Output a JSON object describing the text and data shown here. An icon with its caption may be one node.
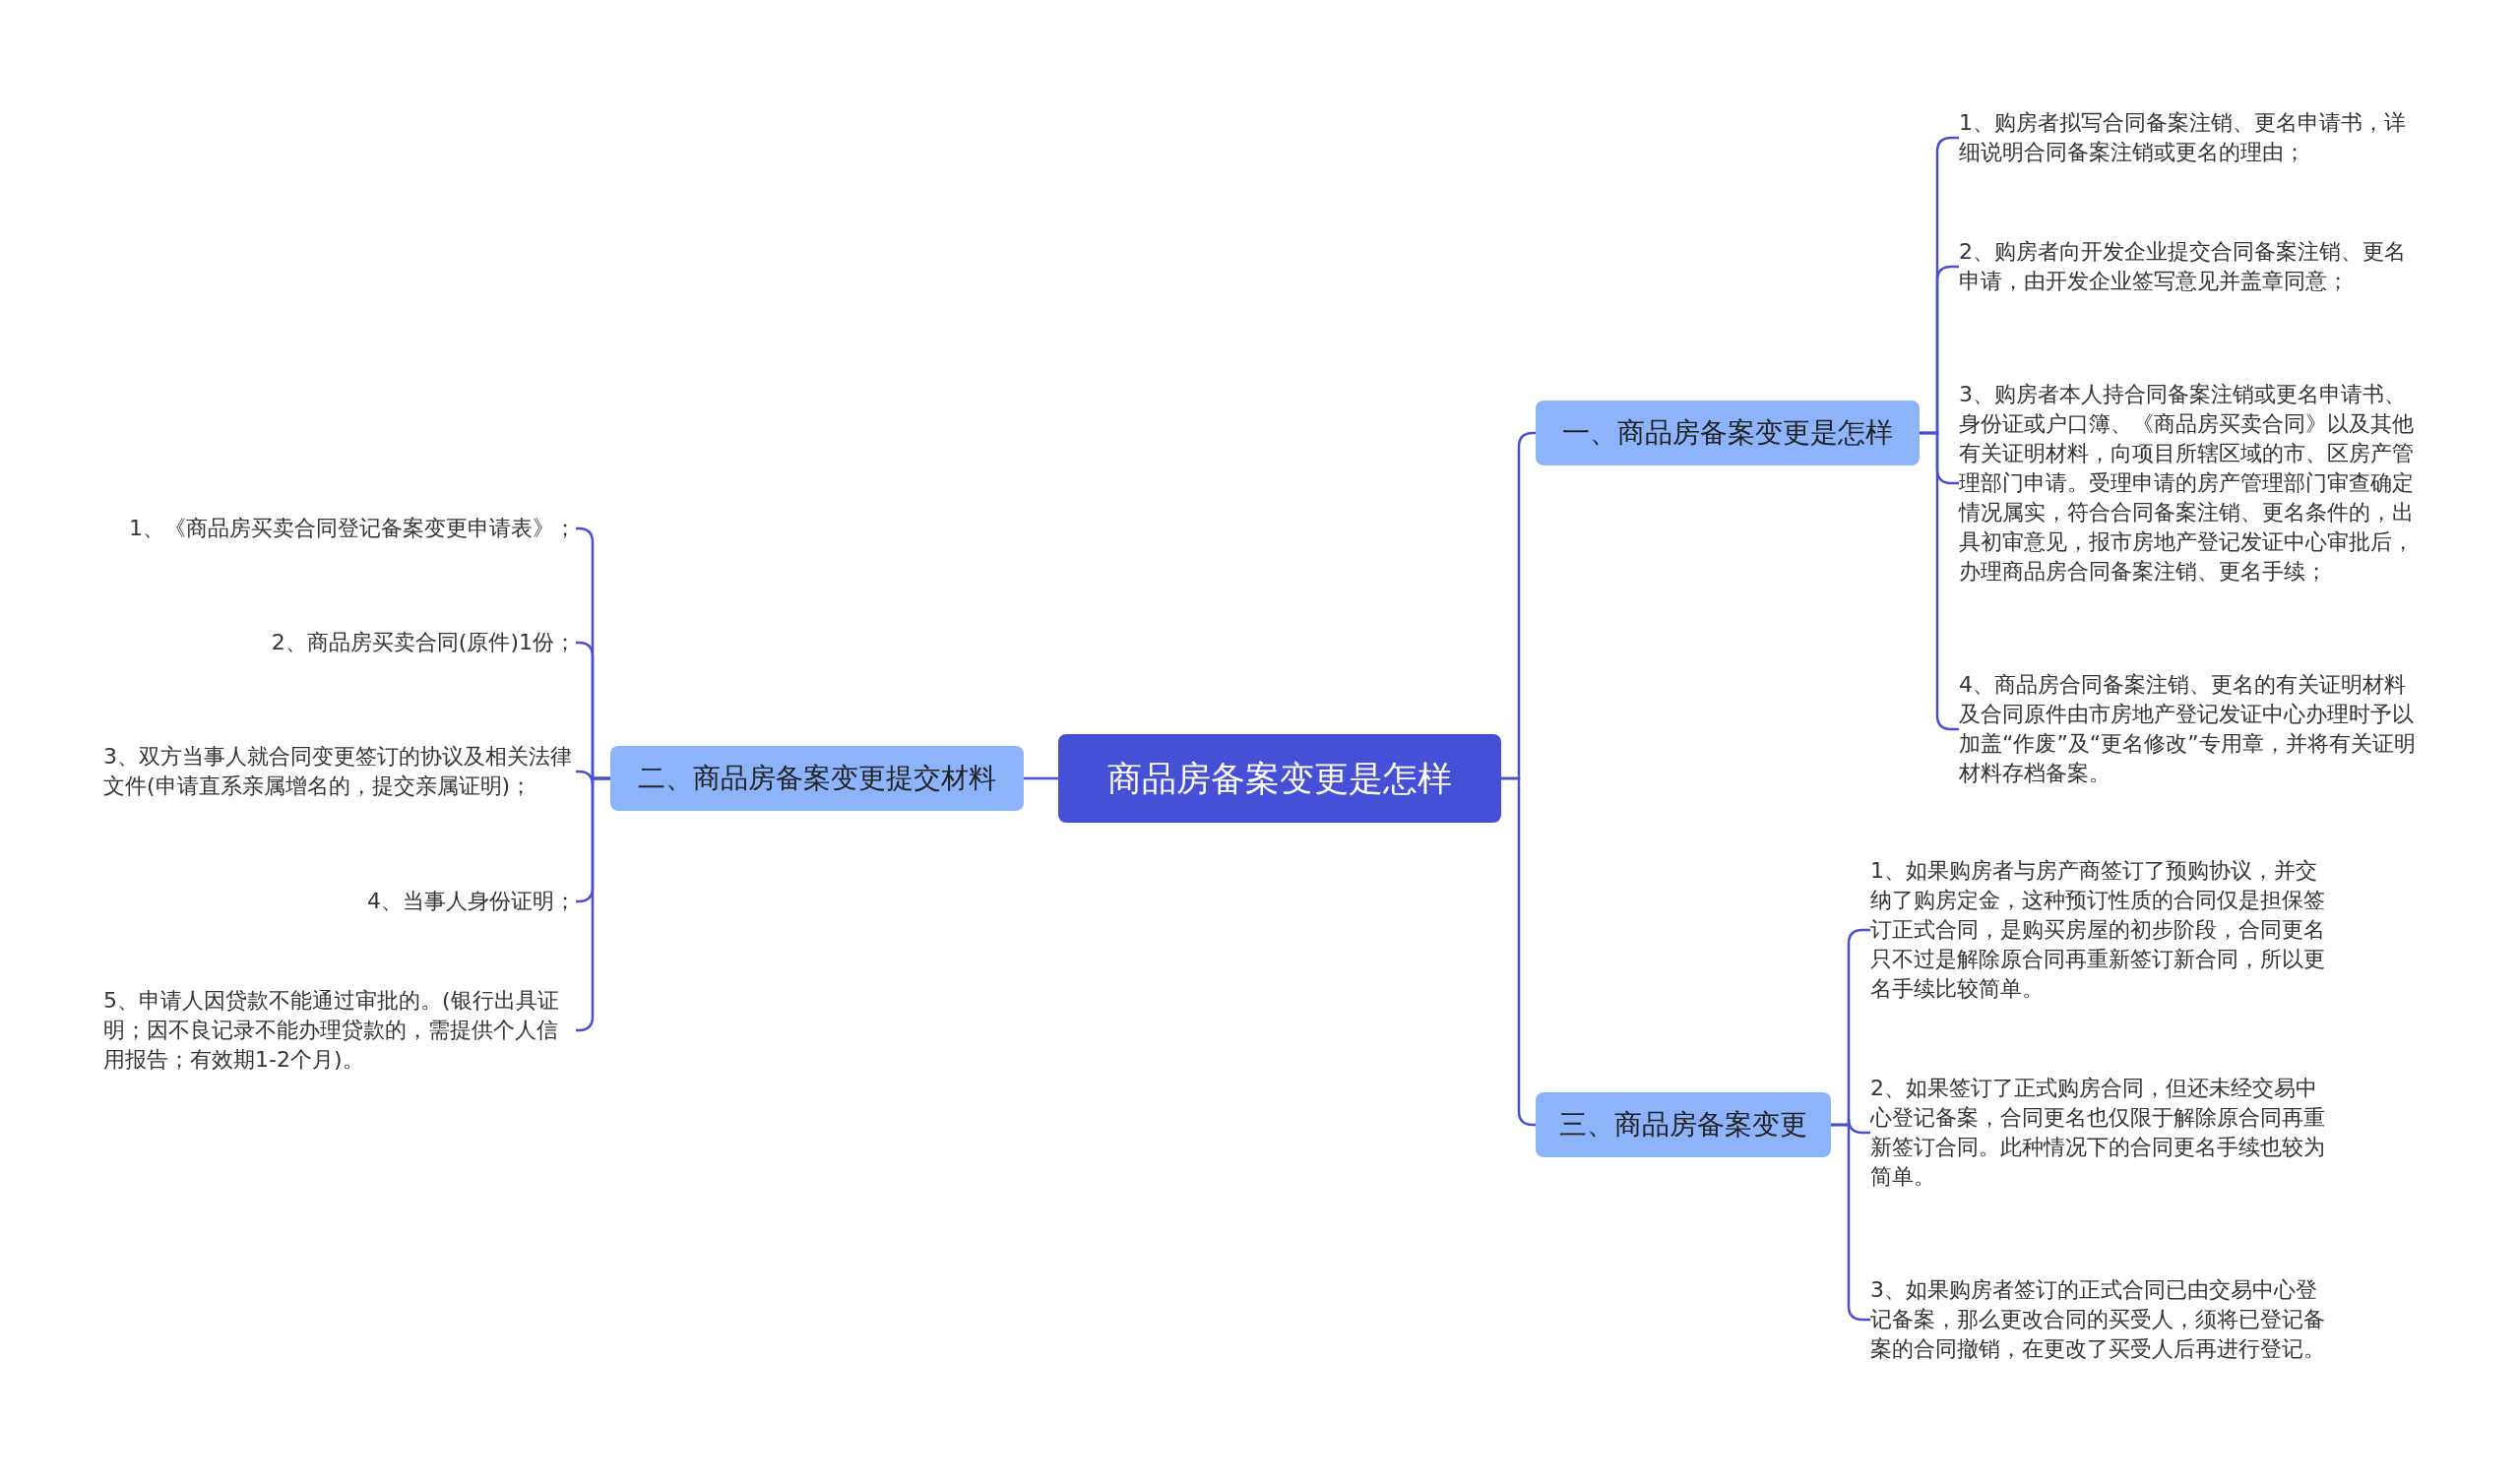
{
  "diagram": {
    "nodes": [
      {
        "text": [
          "商品房备案变更是怎样"
        ]
      },
      {
        "text": [
          "一、商品房备案变更是怎样"
        ]
      },
      {
        "text": [
          "1、购房者拟写合同备案注销、更名申请书，详细说明合同备案注销或更名的理由；"
        ]
      },
      {
        "text": [
          "2、购房者向开发企业提交合同备案注销、更名申请，由开发企业签写意见并盖章同意；"
        ]
      },
      {
        "text": [
          "3、购房者本人持合同备案注销或更名申请书、身份证或户口簿、《商品房买卖合同》以及其他有关证明材料，向项目所辖区域的市、区房产管理部门申请。受理申请的房产管理部门审查确定情况属实，符合合同备案注销、更名条件的，出具初审意见，报市房地产登记发证中心审批后，办理商品房合同备案注销、更名手续；"
        ]
      },
      {
        "text": [
          "4、商品房合同备案注销、更名的有关证明材料及合同原件由市房地产登记发证中心办理时予以加盖“作废”及“更名修改”专用章，并将有关证明材料存档备案。"
        ]
      },
      {
        "text": [
          "三、商品房备案变更"
        ]
      },
      {
        "text": [
          "1、如果购房者与房产商签订了预购协议，并交纳了购房定金，这种预订性质的合同仅是担保签订正式合同，是购买房屋的初步阶段，合同更名只不过是解除原合同再重新签订新合同，所以更名手续比较简单。"
        ]
      },
      {
        "text": [
          "2、如果签订了正式购房合同，但还未经交易中心登记备案，合同更名也仅限于解除原合同再重新签订合同。此种情况下的合同更名手续也较为简单。"
        ]
      },
      {
        "text": [
          "3、如果购房者签订的正式合同已由交易中心登记备案，那么更改合同的买受人，须将已登记备案的合同撤销，在更改了买受人后再进行登记。"
        ]
      },
      {
        "text": [
          "二、商品房备案变更提交材料"
        ]
      },
      {
        "text": [
          "1、《商品房买卖合同登记备案变更申请表》；"
        ]
      },
      {
        "text": [
          "2、商品房买卖合同(原件)1份；"
        ]
      },
      {
        "text": [
          "3、双方当事人就合同变更签订的协议及相关法律文件(申请直系亲属增名的，提交亲属证明)；"
        ]
      },
      {
        "text": [
          "4、当事人身份证明；"
        ]
      },
      {
        "text": [
          "5、申请人因贷款不能通过审批的。(银行出具证明；因不良记录不能办理贷款的，需提供个人信用报告；有效期1-2个月)。"
        ]
      }
    ],
    "edges": [
      {
        "from": 0,
        "to": 1,
        "arrow": "none"
      },
      {
        "from": 1,
        "to": 2,
        "arrow": "none"
      },
      {
        "from": 1,
        "to": 3,
        "arrow": "none"
      },
      {
        "from": 1,
        "to": 4,
        "arrow": "none"
      },
      {
        "from": 1,
        "to": 5,
        "arrow": "none"
      },
      {
        "from": 0,
        "to": 6,
        "arrow": "none"
      },
      {
        "from": 6,
        "to": 7,
        "arrow": "none"
      },
      {
        "from": 6,
        "to": 8,
        "arrow": "none"
      },
      {
        "from": 6,
        "to": 9,
        "arrow": "none"
      },
      {
        "from": 0,
        "to": 10,
        "arrow": "none"
      },
      {
        "from": 10,
        "to": 11,
        "arrow": "none"
      },
      {
        "from": 10,
        "to": 12,
        "arrow": "none"
      },
      {
        "from": 10,
        "to": 13,
        "arrow": "none"
      },
      {
        "from": 10,
        "to": 14,
        "arrow": "none"
      },
      {
        "from": 10,
        "to": 15,
        "arrow": "none"
      }
    ]
  }
}
